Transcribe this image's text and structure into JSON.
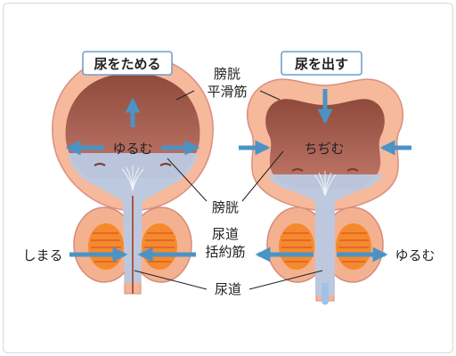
{
  "titles": {
    "left": "尿をためる",
    "right": "尿を出す"
  },
  "labels": {
    "smooth_muscle_line1": "膀胱",
    "smooth_muscle_line2": "平滑筋",
    "bladder": "膀胱",
    "sphincter_line1": "尿道",
    "sphincter_line2": "括約筋",
    "urethra": "尿道",
    "left_inner": "ゆるむ",
    "right_inner": "ちぢむ",
    "left_outer": "しまる",
    "right_outer": "ゆるむ"
  },
  "colors": {
    "wall": "#f6b99b",
    "lumen": "#a45a48",
    "urine": "#b9c9e3",
    "muscle": "#f58a2c",
    "arrow": "#4c93c5",
    "title_border": "#6f9fd0",
    "leader": "#222222"
  }
}
